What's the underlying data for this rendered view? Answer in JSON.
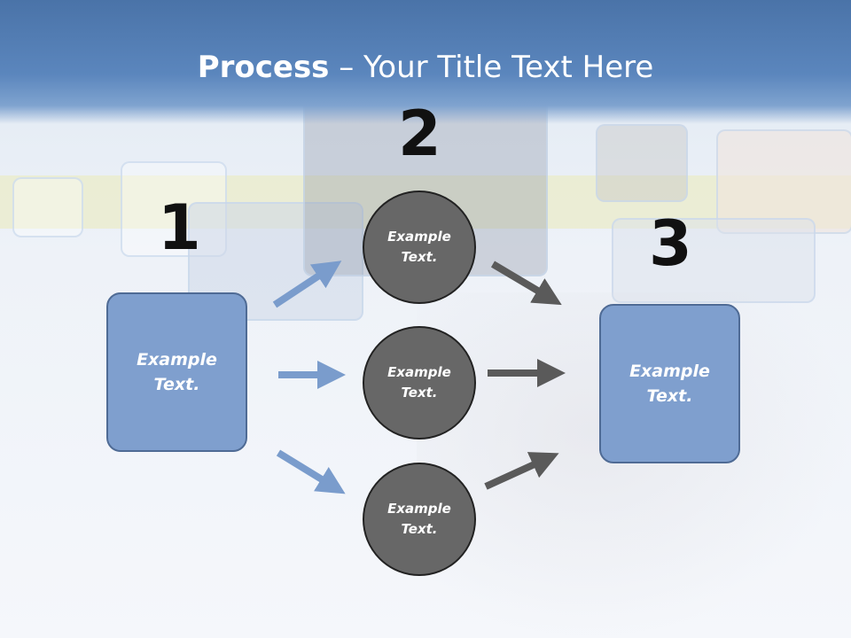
{
  "title": {
    "bold": "Process",
    "rest": " – Your Title Text Here"
  },
  "steps": {
    "one": "1",
    "two": "2",
    "three": "3"
  },
  "left_box": {
    "line1": "Example",
    "line2": "Text."
  },
  "circles": [
    {
      "line1": "Example",
      "line2": "Text."
    },
    {
      "line1": "Example",
      "line2": "Text."
    },
    {
      "line1": "Example",
      "line2": "Text."
    }
  ],
  "right_box": {
    "line1": "Example",
    "line2": "Text."
  },
  "colors": {
    "header": "#5b86bd",
    "box": "#7f9fce",
    "circle": "#676767",
    "blue_arrow": "#7a9ccc",
    "gray_arrow": "#5a5a5a"
  }
}
